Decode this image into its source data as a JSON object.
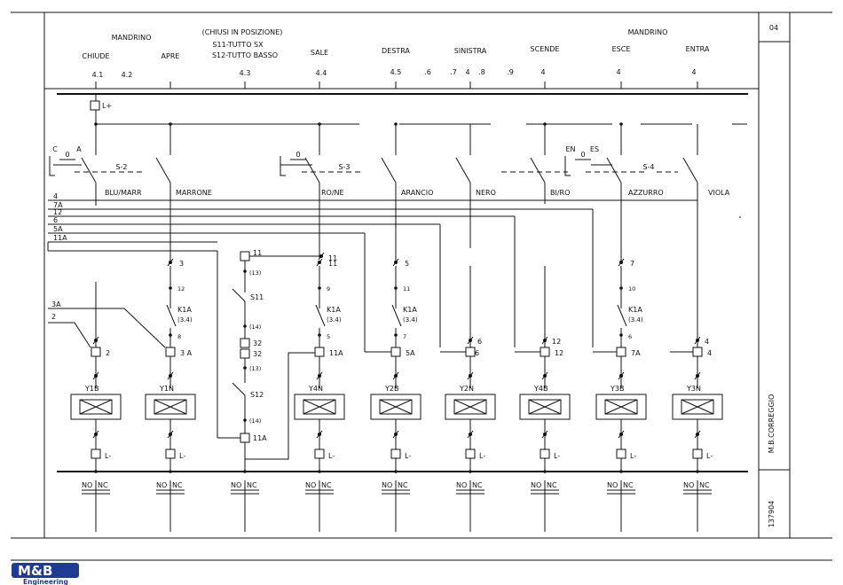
{
  "sheet": {
    "page": "04",
    "company_vertical": "M.B.CORREGGIO",
    "drawing_number": "137904"
  },
  "header": {
    "group_mandrino_left": "MANDRINO",
    "group_chiusi": "(CHIUSI IN POSIZIONE)",
    "chiusi_line2": "S11-TUTTO SX",
    "chiusi_line3": "S12-TUTTO BASSO",
    "group_mandrino_right": "MANDRINO",
    "columns": [
      {
        "label": "CHIUDE",
        "ref": "4.1"
      },
      {
        "label": "APRE",
        "ref": "4.2"
      },
      {
        "label": "",
        "ref": "4.3"
      },
      {
        "label": "SALE",
        "ref": "4.4"
      },
      {
        "label": "DESTRA",
        "ref": "4.5"
      },
      {
        "label": "SINISTRA",
        "ref": "4"
      },
      {
        "label": "SCENDE",
        "ref": "4"
      },
      {
        "label": "ESCE",
        "ref": "4"
      },
      {
        "label": "ENTRA",
        "ref": "4"
      }
    ],
    "extra_refs": [
      ".6",
      ".7",
      ".8",
      ".9"
    ]
  },
  "supply": {
    "positive": "L+",
    "negative": "L-"
  },
  "selectors": [
    {
      "id": "S-2",
      "left": "C",
      "right": "A",
      "zero": "0"
    },
    {
      "id": "S-3",
      "left": "",
      "right": "",
      "zero": "0"
    },
    {
      "id": "S-4",
      "left": "EN",
      "right": "ES",
      "zero": "0"
    }
  ],
  "wire_colors": [
    "BLU/MARR",
    "MARRONE",
    "RO/NE",
    "ARANCIO",
    "NERO",
    "BI/RO",
    "AZZURRO",
    "VIOLA"
  ],
  "bus_lines": [
    "4",
    "7A",
    "12",
    "6",
    "5A",
    "11A"
  ],
  "left_inputs": [
    "3A",
    "2"
  ],
  "terminals": {
    "col2_top": "3",
    "col2_mid": "12",
    "col2_low": "8",
    "col4_top": "11",
    "col4_mid": "9",
    "col4_low": "5",
    "col5_top": "5",
    "col5_mid": "11",
    "col5_low": "7",
    "col6": "6",
    "col7": "12",
    "col8_top": "7",
    "col8_mid": "10",
    "col8_low": "6",
    "col9": "4"
  },
  "relay": {
    "name": "K1A",
    "ref": "(3.4)"
  },
  "limit_switches": {
    "s11": "S11",
    "s12": "S12",
    "term_11": "11",
    "term_11_ref": "11",
    "term_13": "(13)",
    "term_14": "(14)",
    "term_32a": "32",
    "term_32b": "32",
    "term_13b": "(13)",
    "term_14b": "(14)",
    "term_11a": "11A"
  },
  "valve_inputs": [
    "2",
    "3 A",
    "11A",
    "5A",
    "6",
    "12",
    "7A",
    "4"
  ],
  "solenoids": [
    "Y1B",
    "Y1N",
    "Y4N",
    "Y2B",
    "Y2N",
    "Y4B",
    "Y3B",
    "Y3N"
  ],
  "contacts": {
    "no": "NO",
    "nc": "NC"
  },
  "logo": {
    "line1": "M&B",
    "line2": "Engineering"
  },
  "colors": {
    "line": "#111111",
    "logo_red": "#c8102e",
    "logo_blue": "#1f3a93"
  }
}
